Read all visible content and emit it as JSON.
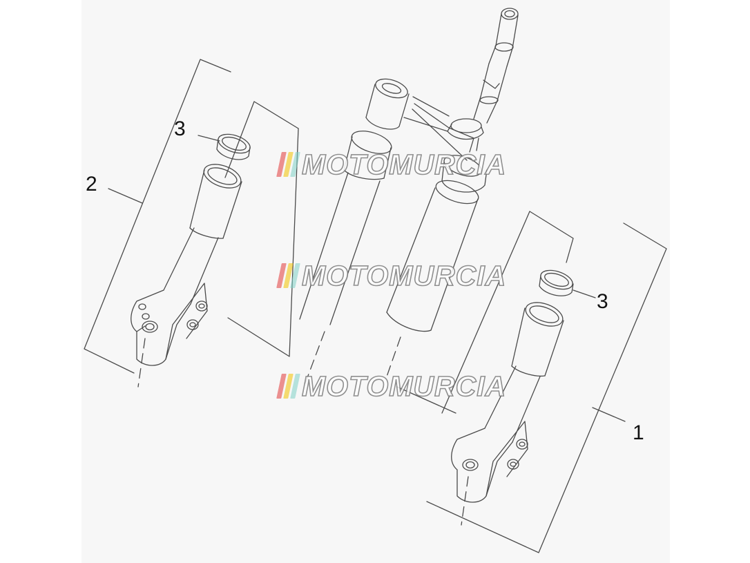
{
  "diagram": {
    "callouts": [
      {
        "id": "2",
        "text": "2"
      },
      {
        "id": "3-left",
        "text": "3"
      },
      {
        "id": "3-right",
        "text": "3"
      },
      {
        "id": "1",
        "text": "1"
      }
    ],
    "line_color": "#4a4a4a",
    "sheet_color": "#f7f7f7"
  },
  "watermark": {
    "text": "MOTOMURCIA",
    "stripe_colors": [
      "#e23a3a",
      "#f2c200",
      "#7fd1c7"
    ]
  }
}
